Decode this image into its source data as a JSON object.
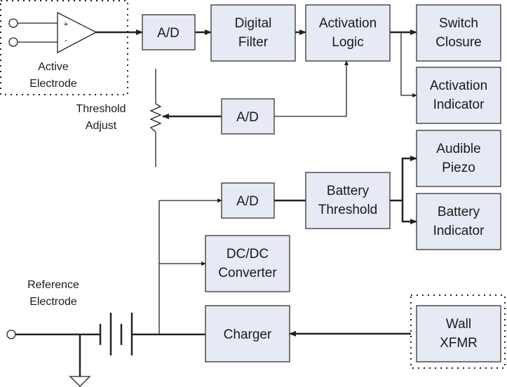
{
  "blocks": {
    "ad1": [
      "A/D"
    ],
    "digital_filter": [
      "Digital",
      "Filter"
    ],
    "activation_logic": [
      "Activation",
      "Logic"
    ],
    "switch_closure": [
      "Switch",
      "Closure"
    ],
    "activation_indicator": [
      "Activation",
      "Indicator"
    ],
    "ad2": [
      "A/D"
    ],
    "audible_piezo": [
      "Audible",
      "Piezo"
    ],
    "battery_indicator": [
      "Battery",
      "Indicator"
    ],
    "battery_threshold": [
      "Battery",
      "Threshold"
    ],
    "ad3": [
      "A/D"
    ],
    "dcdc": [
      "DC/DC",
      "Converter"
    ],
    "charger": [
      "Charger"
    ],
    "wall_xfmr": [
      "Wall",
      "XFMR"
    ]
  },
  "labels": {
    "active_electrode": [
      "Active",
      "Electrode"
    ],
    "threshold_adjust": [
      "Threshold",
      "Adjust"
    ],
    "reference_electrode": [
      "Reference",
      "Electrode"
    ],
    "opamp_plus": "+",
    "opamp_minus": "-"
  }
}
